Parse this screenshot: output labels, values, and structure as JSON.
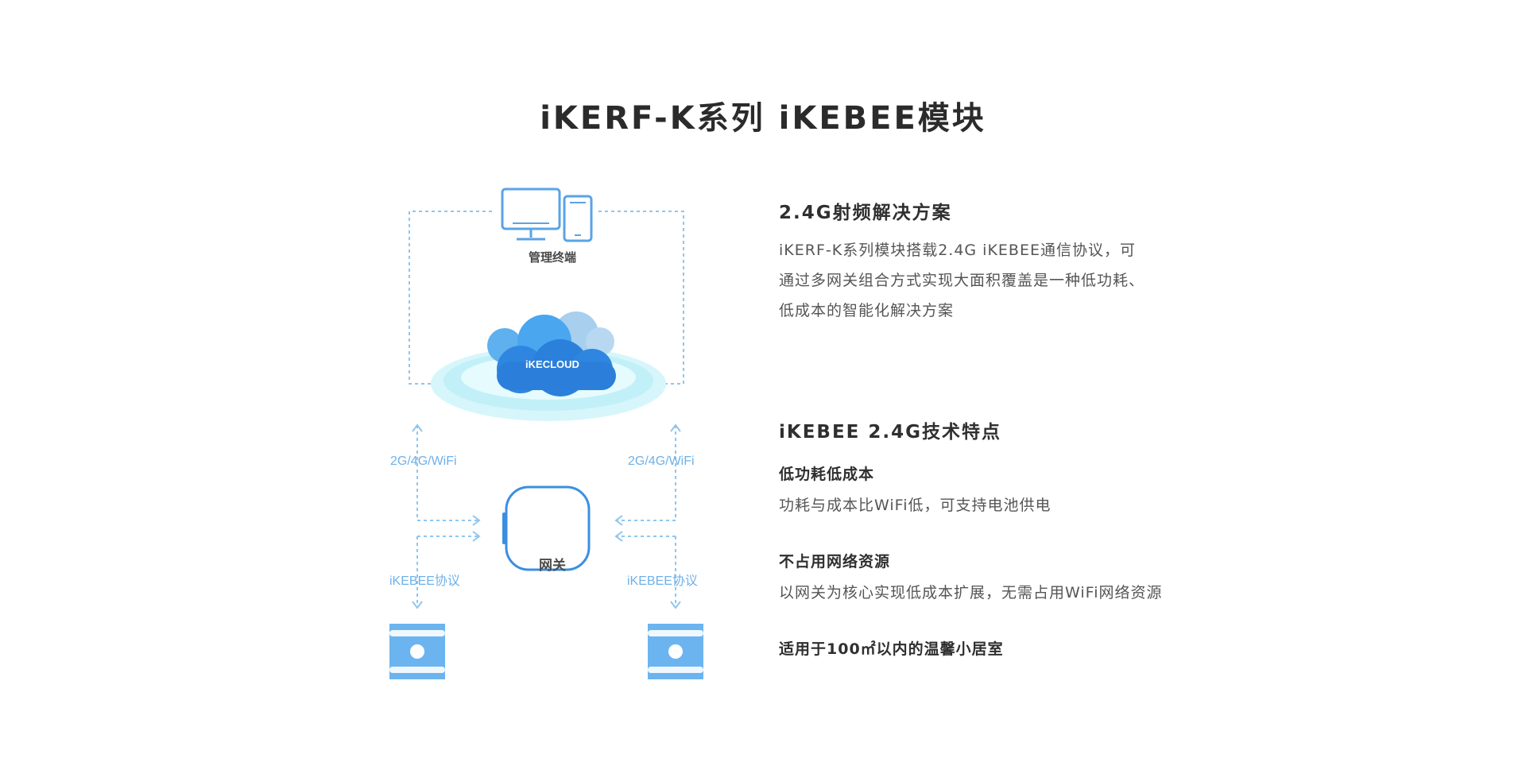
{
  "page": {
    "title": "iKERF-K系列 iKEBEE模块"
  },
  "diagram": {
    "terminal_label": "管理终端",
    "cloud_label": "iKECLOUD",
    "gateway_label": "网关",
    "network_label_left": "2G/4G/WiFi",
    "network_label_right": "2G/4G/WiFi",
    "protocol_label_left": "iKEBEE协议",
    "protocol_label_right": "iKEBEE协议",
    "colors": {
      "accent": "#5aa3e6",
      "dashed_line": "#8fc6f0",
      "halo": "#c8f0f8",
      "cloud": "#2f86e0",
      "module": "#6cb4f0"
    }
  },
  "solution": {
    "title": "2.4G射频解决方案",
    "lines": [
      "iKERF-K系列模块搭载2.4G iKEBEE通信协议，可",
      "通过多网关组合方式实现大面积覆盖是一种低功耗、",
      "低成本的智能化解决方案"
    ]
  },
  "features": {
    "title": "iKEBEE 2.4G技术特点",
    "items": [
      {
        "title": "低功耗低成本",
        "desc": "功耗与成本比WiFi低，可支持电池供电"
      },
      {
        "title": "不占用网络资源",
        "desc": "以网关为核心实现低成本扩展，无需占用WiFi网络资源"
      },
      {
        "title": "适用于100㎡以内的温馨小居室",
        "desc": ""
      }
    ]
  }
}
